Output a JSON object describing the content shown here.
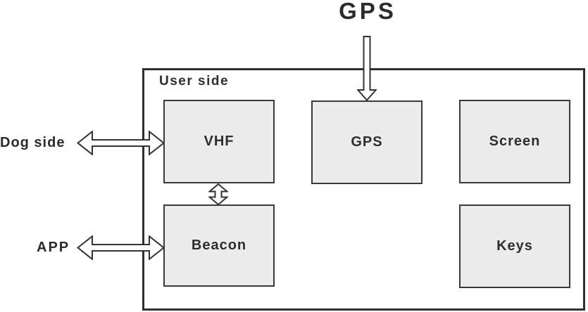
{
  "diagram": {
    "title": "GPS",
    "container": {
      "label": "User side"
    },
    "nodes": [
      {
        "id": "vhf",
        "label": "VHF"
      },
      {
        "id": "gps",
        "label": "GPS"
      },
      {
        "id": "screen",
        "label": "Screen"
      },
      {
        "id": "beacon",
        "label": "Beacon"
      },
      {
        "id": "keys",
        "label": "Keys"
      }
    ],
    "external_labels": [
      {
        "id": "dog-side",
        "label": "Dog side"
      },
      {
        "id": "app",
        "label": "APP"
      }
    ],
    "arrows": [
      {
        "name": "gps-down-arrow",
        "from": "GPS (antenna/title)",
        "to": "GPS box",
        "direction": "down"
      },
      {
        "name": "dog-side-arrow",
        "from": "Dog side",
        "to": "VHF box",
        "direction": "bidirectional-horizontal"
      },
      {
        "name": "app-arrow",
        "from": "APP",
        "to": "Beacon box",
        "direction": "bidirectional-horizontal"
      },
      {
        "name": "vhf-beacon-arrow",
        "from": "VHF box",
        "to": "Beacon box",
        "direction": "bidirectional-vertical"
      }
    ],
    "colors": {
      "background": "#ffffff",
      "node_fill": "#ececec",
      "node_border": "#3a3a3a",
      "outer_border": "#2f2f2f",
      "text": "#2b2b2b",
      "arrow_fill": "#ffffff",
      "arrow_stroke": "#333333"
    }
  }
}
